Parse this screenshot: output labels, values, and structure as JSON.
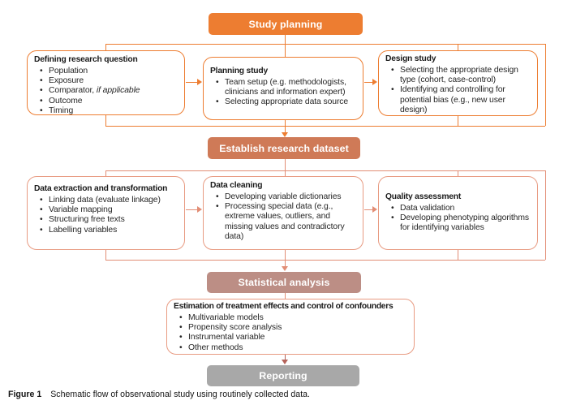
{
  "banners": {
    "study_planning": "Study planning",
    "establish_dataset": "Establish research dataset",
    "statistical_analysis": "Statistical analysis",
    "reporting": "Reporting"
  },
  "row1": {
    "box1": {
      "title": "Defining research question",
      "bullets": [
        "Population",
        "Exposure",
        "Comparator, ",
        "Outcome",
        "Timing"
      ],
      "bullet3_italic": "if applicable"
    },
    "box2": {
      "title": "Planning study",
      "bullets": [
        "Team setup (e.g.  methodologists, clinicians and information expert)",
        "Selecting appropriate data source"
      ]
    },
    "box3": {
      "title": "Design study",
      "bullets": [
        "Selecting the appropriate design type (cohort, case-control)",
        "Identifying and controlling for potential bias (e.g., new user design)"
      ]
    }
  },
  "row2": {
    "box1": {
      "title": "Data extraction and transformation",
      "bullets": [
        "Linking data (evaluate linkage)",
        "Variable mapping",
        "Structuring free texts",
        "Labelling variables"
      ]
    },
    "box2": {
      "title": "Data cleaning",
      "bullets": [
        "Developing variable dictionaries",
        "Processing special data (e.g., extreme values, outliers, and missing values and contradictory data)"
      ]
    },
    "box3": {
      "title": "Quality assessment",
      "bullets": [
        "Data validation",
        "Developing phenotyping algorithms for identifying variables"
      ]
    }
  },
  "row3": {
    "box1": {
      "title": "Estimation of treatment effects and control of confounders",
      "bullets": [
        "Multivariable models",
        "Propensity score analysis",
        "Instrumental variable",
        "Other methods"
      ]
    }
  },
  "caption": {
    "label": "Figure 1",
    "text": "Schematic flow of observational study using routinely collected data."
  },
  "colors": {
    "study_planning_banner": "#ED7D31",
    "establish_dataset_banner": "#CF7A57",
    "statistical_analysis_banner": "#BC8E85",
    "reporting_banner": "#A8A8A8",
    "row1_connector": "#ED7D31",
    "row2_connector": "#E28D75",
    "row2_box_border": "#E89B82",
    "final_arrow": "#B5635A"
  }
}
